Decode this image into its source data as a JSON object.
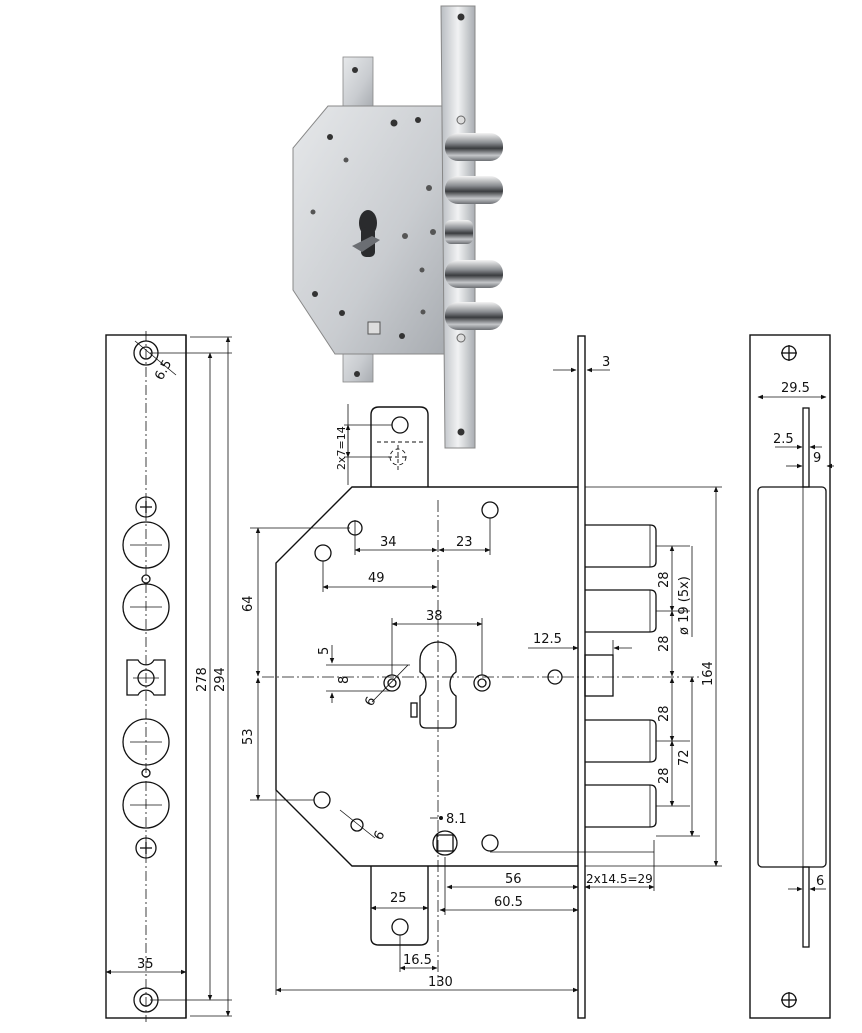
{
  "dimensions": {
    "front_width": "35",
    "front_hole_dia": "6.5",
    "front_len_inner": "278",
    "front_len_outer": "294",
    "slot_pitch": "2x7=14",
    "top_34": "34",
    "top_23": "23",
    "top_49": "49",
    "height_64": "64",
    "height_53": "53",
    "cyl_38": "38",
    "dim_5": "5",
    "dim_8": "8",
    "hole_6_left": "6",
    "hole_6_bottom": "6",
    "dim_12_5": "12.5",
    "plate_3": "3",
    "bolt_28_a": "28",
    "bolt_28_b": "28",
    "bolt_28_c": "28",
    "bolt_28_d": "28",
    "bolt_dia": "ø 19 (5x)",
    "dim_72": "72",
    "dim_164": "164",
    "spindle_8_1": "8.1",
    "dim_56": "56",
    "dim_60_5": "60.5",
    "dim_2x14_5": "2x14.5=29",
    "dim_25": "25",
    "dim_16_5": "16.5",
    "dim_130": "130",
    "side_29_5": "29.5",
    "side_2_5": "2.5",
    "side_9": "9",
    "side_6": "6"
  }
}
